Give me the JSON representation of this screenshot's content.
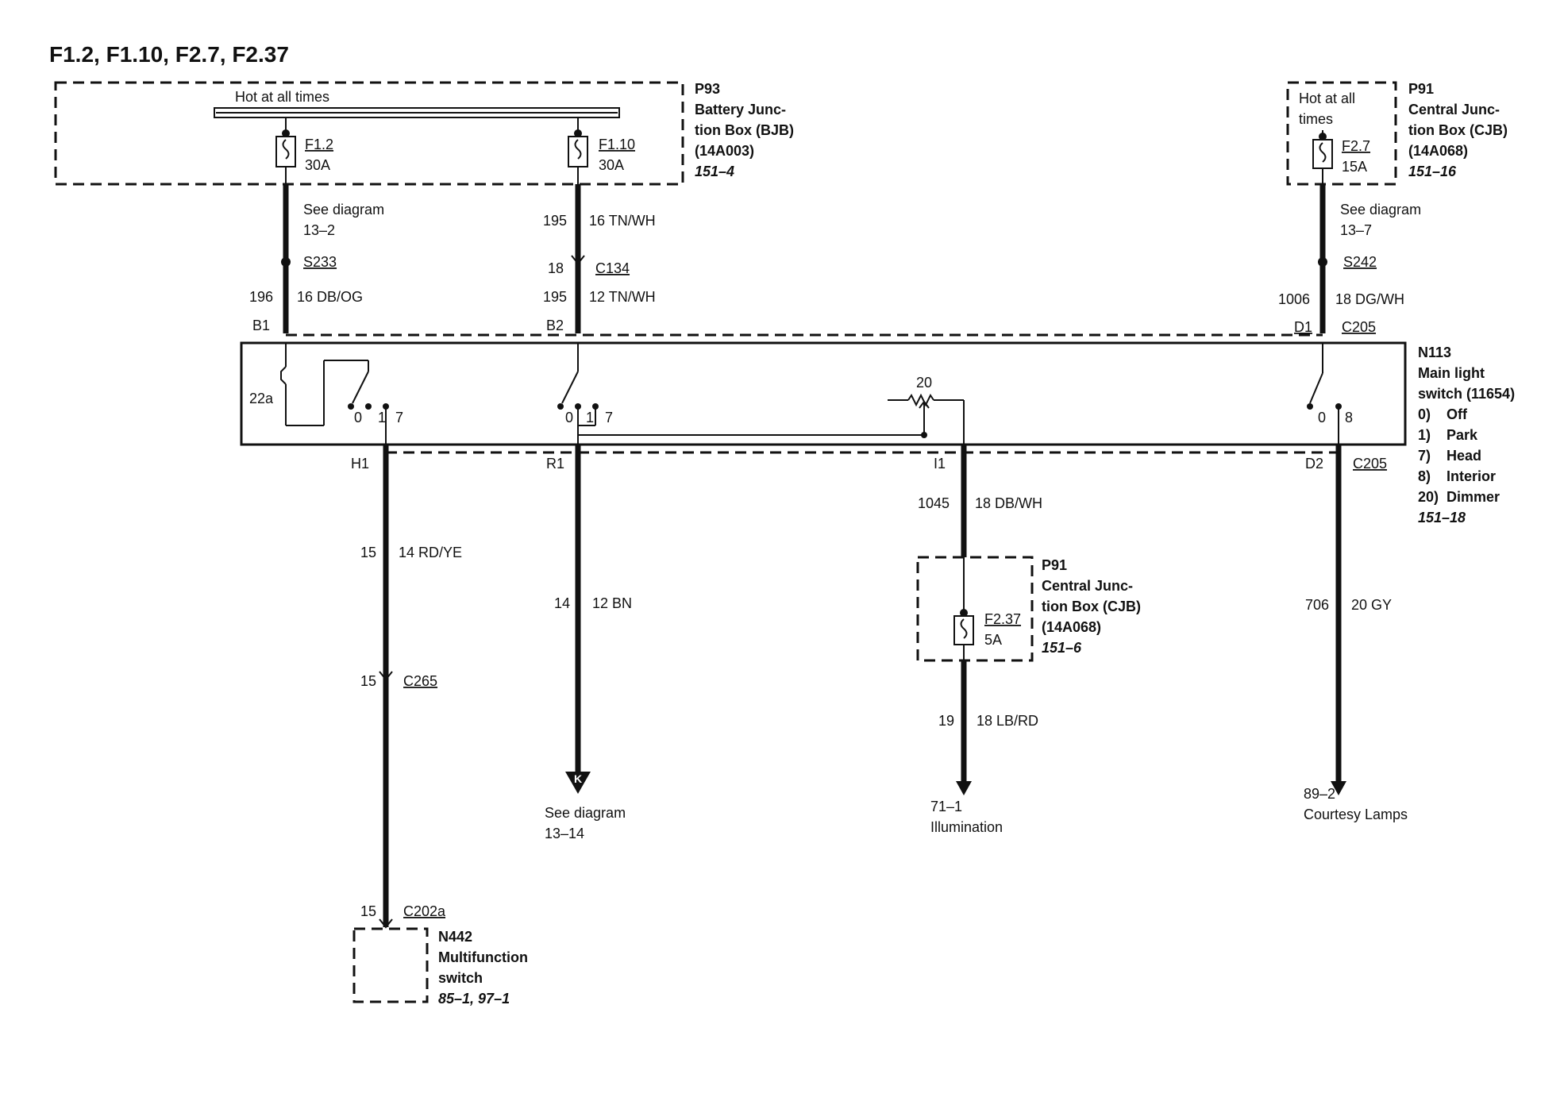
{
  "title": "F1.2, F1.10, F2.7, F2.37",
  "bjb": {
    "code": "P93",
    "name_line1": "Battery Junc-",
    "name_line2": "tion Box (BJB)",
    "part": "(14A003)",
    "ref": "151–4",
    "bus_label": "Hot at all times",
    "fuse_a": {
      "name": "F1.2",
      "rating": "30A"
    },
    "fuse_b": {
      "name": "F1.10",
      "rating": "30A"
    }
  },
  "cjb_top": {
    "code": "P91",
    "name_line1": "Central Junc-",
    "name_line2": "tion Box (CJB)",
    "part": "(14A068)",
    "ref": "151–16",
    "bus_line1": "Hot at all",
    "bus_line2": "times",
    "fuse": {
      "name": "F2.7",
      "rating": "15A"
    }
  },
  "cjb_mid": {
    "code": "P91",
    "name_line1": "Central Junc-",
    "name_line2": "tion Box (CJB)",
    "part": "(14A068)",
    "ref": "151–6",
    "fuse": {
      "name": "F2.37",
      "rating": "5A"
    }
  },
  "switch": {
    "code": "N113",
    "name_line1": "Main light",
    "name_line2": "switch (11654)",
    "positions": [
      {
        "num": "0)",
        "label": "Off"
      },
      {
        "num": "1)",
        "label": "Park"
      },
      {
        "num": "7)",
        "label": "Head"
      },
      {
        "num": "8)",
        "label": "Interior"
      },
      {
        "num": "20)",
        "label": "Dimmer"
      }
    ],
    "ref": "151–18",
    "dimmer_label": "20",
    "thermal_label": "22a",
    "contact_labels": {
      "c1_0": "0",
      "c1_1": "1",
      "c1_7": "7",
      "c2_0": "0",
      "c2_1": "1",
      "c2_7": "7",
      "c3_0": "0",
      "c3_8": "8"
    }
  },
  "multifunction": {
    "code": "N442",
    "name_line1": "Multifunction",
    "name_line2": "switch",
    "ref": "85–1, 97–1"
  },
  "wires": {
    "w1_see1": "See diagram",
    "w1_see2": "13–2",
    "w1_splice": "S233",
    "w1_circuit": "196",
    "w1_wire": "16 DB/OG",
    "w1_pin": "B1",
    "w2_circuit_top": "195",
    "w2_wire_top": "16 TN/WH",
    "w2_pin_c134": "18",
    "w2_conn": "C134",
    "w2_circuit": "195",
    "w2_wire": "12 TN/WH",
    "w2_pin": "B2",
    "w3_see1": "See diagram",
    "w3_see2": "13–7",
    "w3_splice": "S242",
    "w3_circuit": "1006",
    "w3_wire": "18 DG/WH",
    "w3_pin": "D1",
    "w3_conn": "C205",
    "h1_pin": "H1",
    "h1_circuit": "15",
    "h1_wire": "14 RD/YE",
    "h1_c265_pin": "15",
    "h1_c265": "C265",
    "h1_c202_pin": "15",
    "h1_c202": "C202a",
    "r1_pin": "R1",
    "r1_circuit": "14",
    "r1_wire": "12 BN",
    "r1_arrow": "K",
    "r1_see1": "See diagram",
    "r1_see2": "13–14",
    "i1_pin": "I1",
    "i1_circuit": "1045",
    "i1_wire": "18 DB/WH",
    "i1_out_circuit": "19",
    "i1_out_wire": "18 LB/RD",
    "i1_dest1": "71–1",
    "i1_dest2": "Illumination",
    "d2_pin": "D2",
    "d2_conn": "C205",
    "d2_circuit": "706",
    "d2_wire": "20 GY",
    "d2_dest1": "89–2",
    "d2_dest2": "Courtesy Lamps"
  }
}
